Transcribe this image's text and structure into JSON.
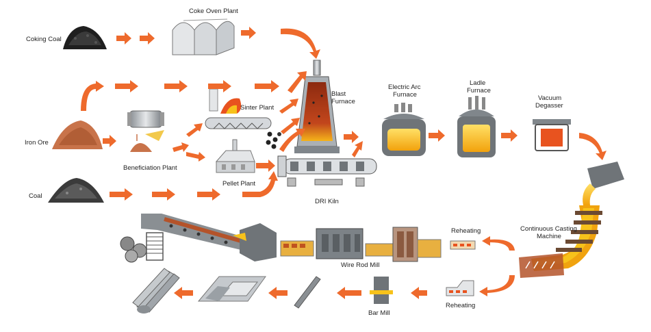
{
  "labels": {
    "coking_coal": "Coking Coal",
    "coke_oven_plant": "Coke Oven Plant",
    "iron_ore": "Iron Ore",
    "coal": "Coal",
    "sinter_plant": "Sinter Plant",
    "beneficiation_plant": "Beneficiation Plant",
    "pellet_plant": "Pellet  Plant",
    "blast_furnace_1": "Blast",
    "blast_furnace_2": "Furnace",
    "dri_kiln": "DRI Kiln",
    "eaf_1": "Electric Arc",
    "eaf_2": "Furnace",
    "ladle_1": "Ladle",
    "ladle_2": "Furnace",
    "vacuum_1": "Vacuum",
    "vacuum_2": "Degasser",
    "ccm_1": "Continuous Casting",
    "ccm_2": "Machine",
    "reheating_top": "Reheating",
    "reheating_bottom": "Reheating",
    "wire_rod_mill": "Wire Rod Mill",
    "bar_mill": "Bar Mill"
  },
  "colors": {
    "arrow": "#ee6a2c",
    "molten": "#f7c21b",
    "hot": "#e8531f",
    "steel_light": "#d5d8dc",
    "steel_dark": "#6f7478",
    "ore": "#c8734a"
  }
}
